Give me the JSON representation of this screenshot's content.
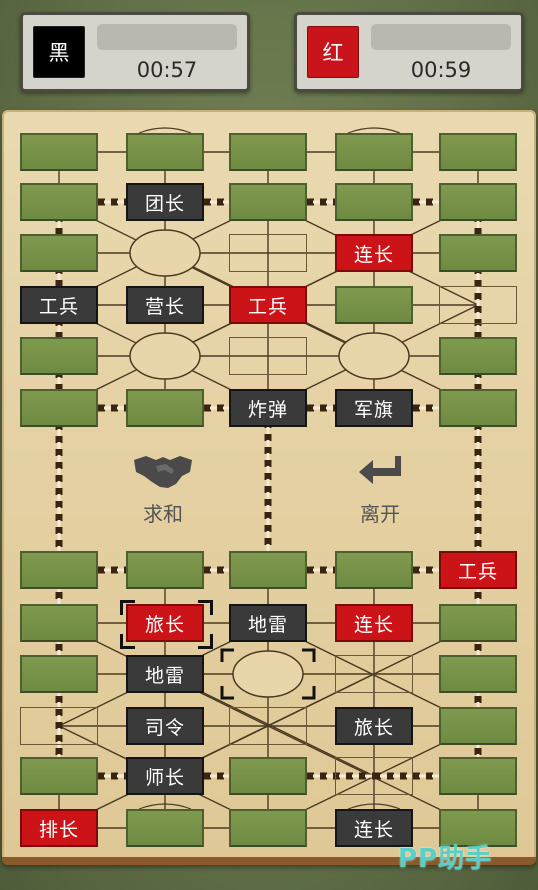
{
  "players": {
    "black": {
      "side_label": "黑",
      "timer": "00:57"
    },
    "red": {
      "side_label": "红",
      "timer": "00:59"
    }
  },
  "actions": {
    "draw_label": "求和",
    "leave_label": "离开",
    "draw_icon": "handshake-icon",
    "leave_icon": "return-arrow-icon"
  },
  "board": {
    "cells": [
      {
        "row": 0,
        "col": 0,
        "state": "hidden",
        "label": ""
      },
      {
        "row": 0,
        "col": 1,
        "state": "hidden",
        "label": ""
      },
      {
        "row": 0,
        "col": 2,
        "state": "hidden",
        "label": ""
      },
      {
        "row": 0,
        "col": 3,
        "state": "hidden",
        "label": ""
      },
      {
        "row": 0,
        "col": 4,
        "state": "hidden",
        "label": ""
      },
      {
        "row": 1,
        "col": 0,
        "state": "hidden",
        "label": ""
      },
      {
        "row": 1,
        "col": 1,
        "state": "black",
        "label": "团长"
      },
      {
        "row": 1,
        "col": 2,
        "state": "hidden",
        "label": ""
      },
      {
        "row": 1,
        "col": 3,
        "state": "hidden",
        "label": ""
      },
      {
        "row": 1,
        "col": 4,
        "state": "hidden",
        "label": ""
      },
      {
        "row": 2,
        "col": 0,
        "state": "hidden",
        "label": ""
      },
      {
        "row": 2,
        "col": 2,
        "state": "empty",
        "label": ""
      },
      {
        "row": 2,
        "col": 3,
        "state": "red",
        "label": "连长"
      },
      {
        "row": 2,
        "col": 4,
        "state": "hidden",
        "label": ""
      },
      {
        "row": 3,
        "col": 0,
        "state": "black",
        "label": "工兵"
      },
      {
        "row": 3,
        "col": 1,
        "state": "black",
        "label": "营长"
      },
      {
        "row": 3,
        "col": 2,
        "state": "red",
        "label": "工兵"
      },
      {
        "row": 3,
        "col": 3,
        "state": "hidden",
        "label": ""
      },
      {
        "row": 3,
        "col": 4,
        "state": "empty",
        "label": ""
      },
      {
        "row": 4,
        "col": 0,
        "state": "hidden",
        "label": ""
      },
      {
        "row": 4,
        "col": 2,
        "state": "empty",
        "label": ""
      },
      {
        "row": 4,
        "col": 4,
        "state": "hidden",
        "label": ""
      },
      {
        "row": 5,
        "col": 0,
        "state": "hidden",
        "label": ""
      },
      {
        "row": 5,
        "col": 1,
        "state": "hidden",
        "label": ""
      },
      {
        "row": 5,
        "col": 2,
        "state": "black",
        "label": "炸弹"
      },
      {
        "row": 5,
        "col": 3,
        "state": "black",
        "label": "军旗"
      },
      {
        "row": 5,
        "col": 4,
        "state": "hidden",
        "label": ""
      },
      {
        "row": 6,
        "col": 0,
        "state": "hidden",
        "label": ""
      },
      {
        "row": 6,
        "col": 1,
        "state": "hidden",
        "label": ""
      },
      {
        "row": 6,
        "col": 2,
        "state": "hidden",
        "label": ""
      },
      {
        "row": 6,
        "col": 3,
        "state": "hidden",
        "label": ""
      },
      {
        "row": 6,
        "col": 4,
        "state": "red",
        "label": "工兵"
      },
      {
        "row": 7,
        "col": 0,
        "state": "hidden",
        "label": ""
      },
      {
        "row": 7,
        "col": 1,
        "state": "red",
        "label": "旅长",
        "selected": true
      },
      {
        "row": 7,
        "col": 2,
        "state": "black",
        "label": "地雷"
      },
      {
        "row": 7,
        "col": 3,
        "state": "red",
        "label": "连长"
      },
      {
        "row": 7,
        "col": 4,
        "state": "hidden",
        "label": ""
      },
      {
        "row": 8,
        "col": 0,
        "state": "hidden",
        "label": ""
      },
      {
        "row": 8,
        "col": 1,
        "state": "black",
        "label": "地雷"
      },
      {
        "row": 8,
        "col": 3,
        "state": "empty",
        "label": ""
      },
      {
        "row": 8,
        "col": 4,
        "state": "hidden",
        "label": ""
      },
      {
        "row": 9,
        "col": 0,
        "state": "empty",
        "label": ""
      },
      {
        "row": 9,
        "col": 1,
        "state": "black",
        "label": "司令"
      },
      {
        "row": 9,
        "col": 2,
        "state": "empty",
        "label": ""
      },
      {
        "row": 9,
        "col": 3,
        "state": "black",
        "label": "旅长"
      },
      {
        "row": 9,
        "col": 4,
        "state": "hidden",
        "label": ""
      },
      {
        "row": 10,
        "col": 0,
        "state": "hidden",
        "label": ""
      },
      {
        "row": 10,
        "col": 1,
        "state": "black",
        "label": "师长"
      },
      {
        "row": 10,
        "col": 2,
        "state": "hidden",
        "label": ""
      },
      {
        "row": 10,
        "col": 3,
        "state": "empty",
        "label": ""
      },
      {
        "row": 10,
        "col": 4,
        "state": "hidden",
        "label": ""
      },
      {
        "row": 11,
        "col": 0,
        "state": "red",
        "label": "排长"
      },
      {
        "row": 11,
        "col": 1,
        "state": "hidden",
        "label": ""
      },
      {
        "row": 11,
        "col": 2,
        "state": "hidden",
        "label": ""
      },
      {
        "row": 11,
        "col": 3,
        "state": "black",
        "label": "连长"
      },
      {
        "row": 11,
        "col": 4,
        "state": "hidden",
        "label": ""
      }
    ],
    "camps": [
      {
        "row": 2,
        "col": 1
      },
      {
        "row": 4,
        "col": 1
      },
      {
        "row": 4,
        "col": 3
      },
      {
        "row": 8,
        "col": 2,
        "target": true
      }
    ]
  },
  "colors": {
    "red_piece": "#cc1418",
    "black_piece": "#3a3a3a",
    "hidden_piece": "#7a944a",
    "board": "#e6d3a6"
  },
  "watermark": "PP助手"
}
